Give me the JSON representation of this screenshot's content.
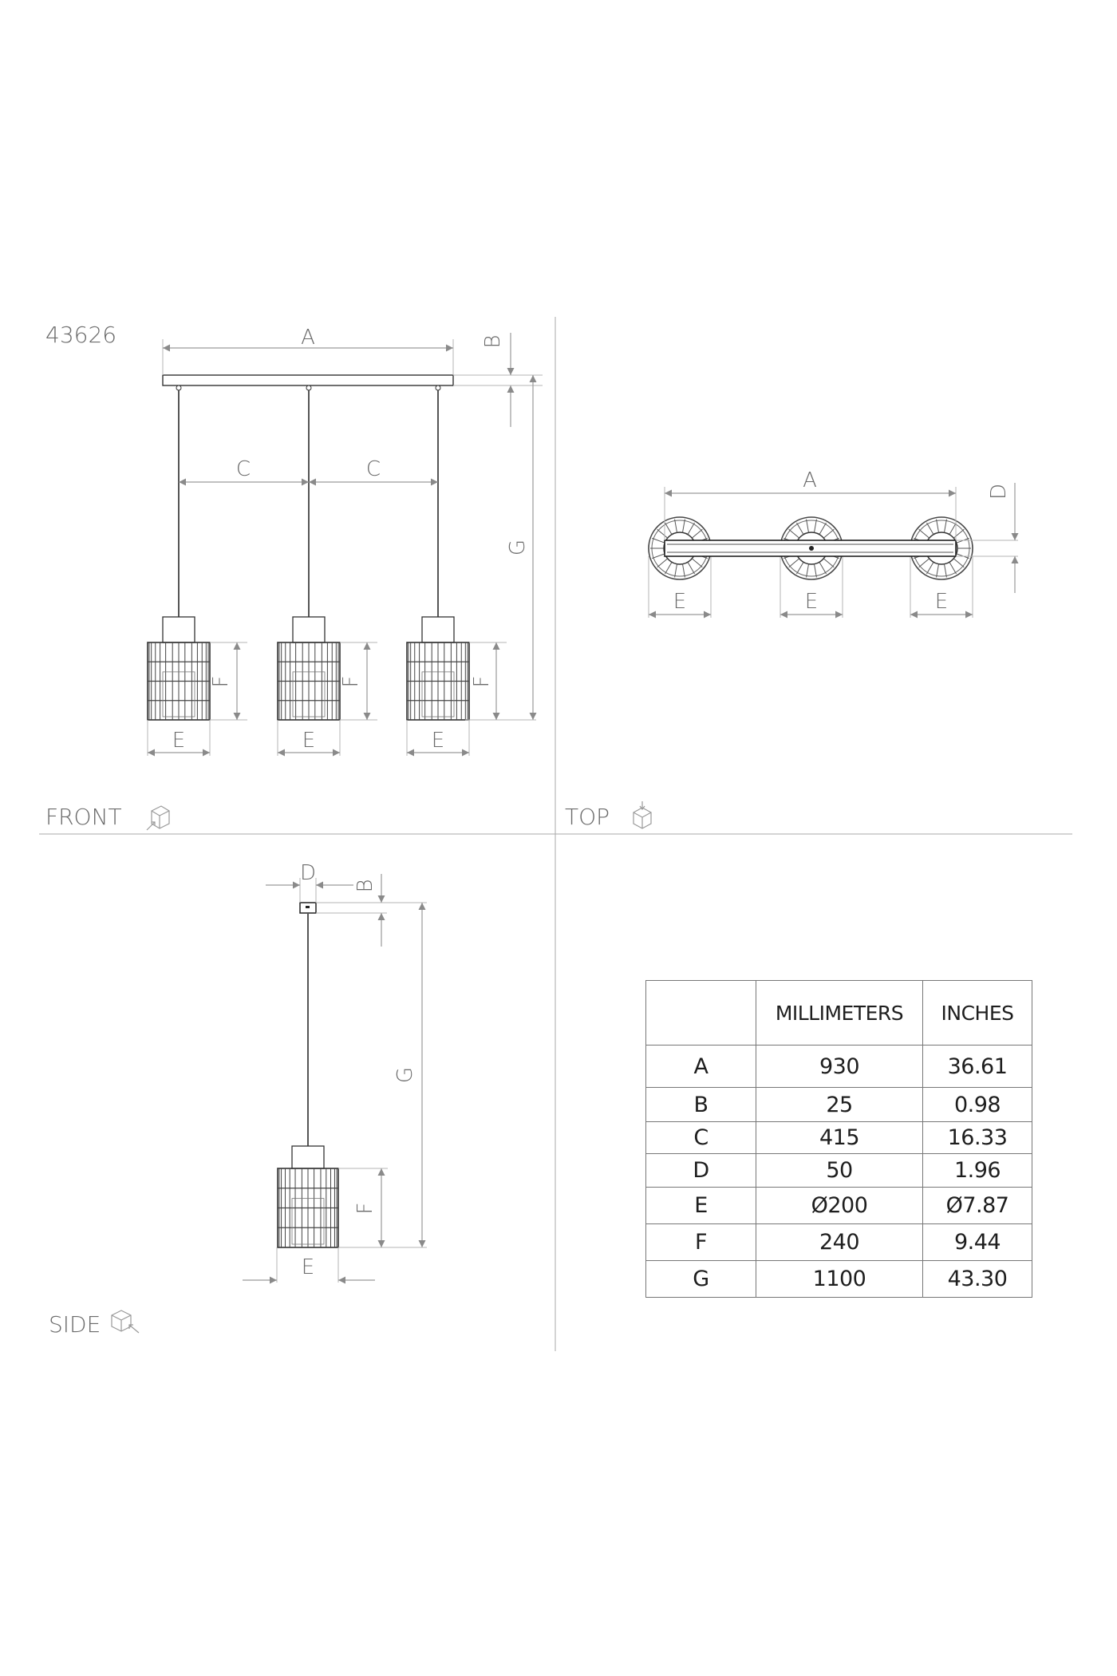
{
  "model_number": "43626",
  "views": {
    "front": "FRONT",
    "top": "TOP",
    "side": "SIDE"
  },
  "dimension_letters": {
    "A": "A",
    "B": "B",
    "C": "C",
    "D": "D",
    "E": "E",
    "F": "F",
    "G": "G"
  },
  "table": {
    "headers": [
      "",
      "MILLIMETERS",
      "INCHES"
    ],
    "rows": [
      {
        "key": "A",
        "mm": "930",
        "in": "36.61"
      },
      {
        "key": "B",
        "mm": "25",
        "in": "0.98"
      },
      {
        "key": "C",
        "mm": "415",
        "in": "16.33"
      },
      {
        "key": "D",
        "mm": "50",
        "in": "1.96"
      },
      {
        "key": "E",
        "mm": "Ø200",
        "in": "Ø7.87"
      },
      {
        "key": "F",
        "mm": "240",
        "in": "9.44"
      },
      {
        "key": "G",
        "mm": "1100",
        "in": "43.30"
      }
    ]
  }
}
